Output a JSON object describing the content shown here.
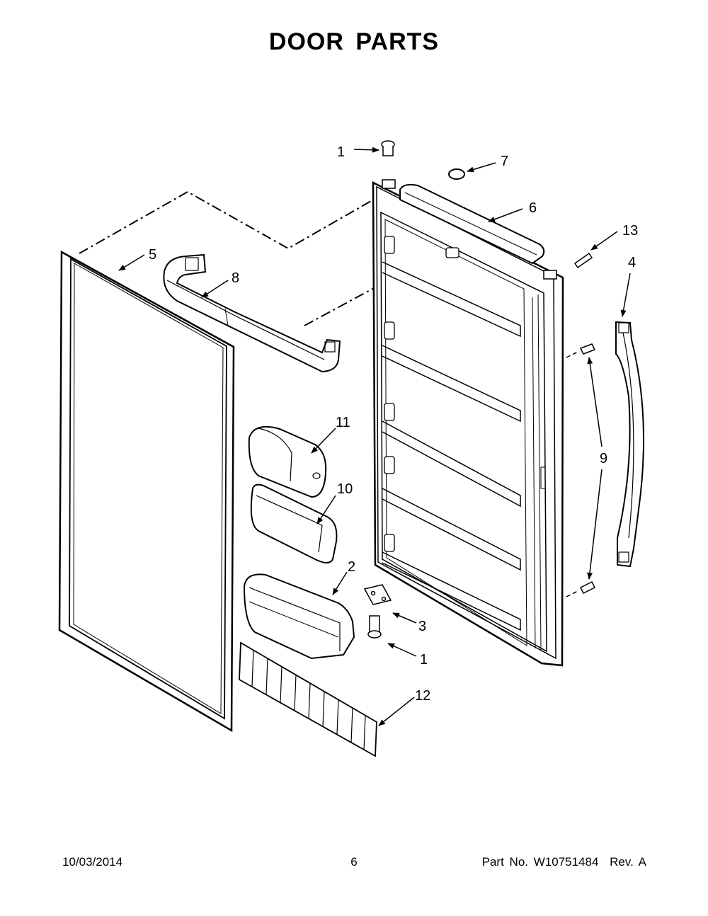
{
  "title": "DOOR PARTS",
  "callouts": {
    "c1_top": "1",
    "c7": "7",
    "c6": "6",
    "c13": "13",
    "c4": "4",
    "c5": "5",
    "c8": "8",
    "c9": "9",
    "c11": "11",
    "c10": "10",
    "c2": "2",
    "c3": "3",
    "c1_bottom": "1",
    "c12": "12"
  },
  "footer": {
    "date": "10/03/2014",
    "page": "6",
    "part_label": "Part No.",
    "part_number": "W10751484",
    "rev_label": "Rev.",
    "rev": "A"
  }
}
